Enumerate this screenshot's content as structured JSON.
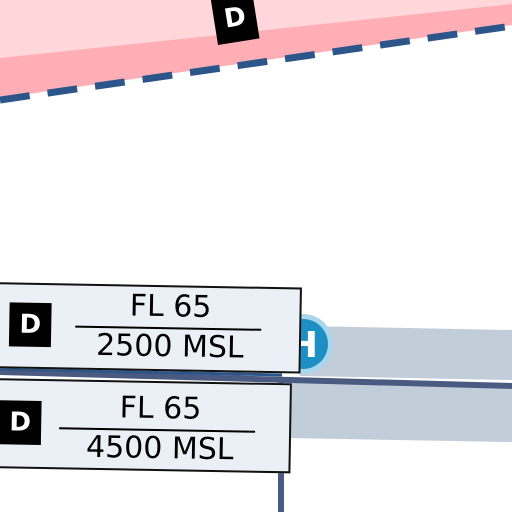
{
  "colors": {
    "restricted_fill": "#ffaeb5",
    "restricted_fill_light": "#ffd7da",
    "restricted_boundary": "#2c568a",
    "corridor": "#c1ceda",
    "boundary_line": "#4a5a80",
    "label_bg": "#eaf0f5",
    "heliport": "#1e8fc4",
    "heliport_ring": "#aad6ec"
  },
  "map": {
    "top_airspace": {
      "class_badge": "D",
      "icon": "airspace-class-d-badge"
    },
    "heliport": {
      "glyph": "H",
      "icon": "heliport-icon"
    },
    "labels": [
      {
        "class_badge": "D",
        "ceiling": "FL 65",
        "floor": "2500 MSL"
      },
      {
        "class_badge": "D",
        "ceiling": "FL 65",
        "floor": "4500 MSL"
      }
    ]
  }
}
